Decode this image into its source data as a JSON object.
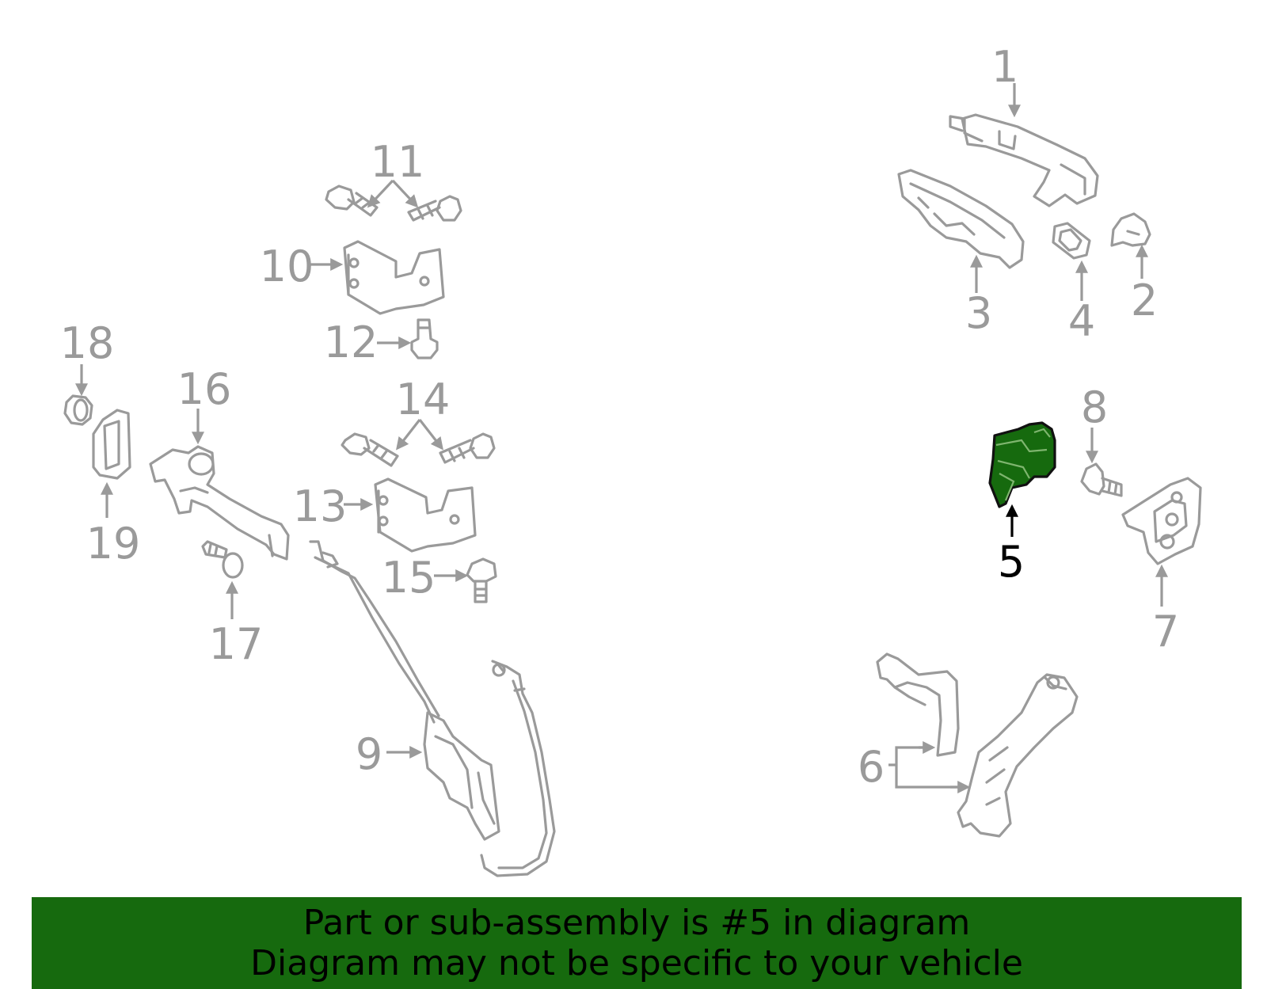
{
  "callouts": {
    "c1": "1",
    "c2": "2",
    "c3": "3",
    "c4": "4",
    "c5": "5",
    "c6": "6",
    "c7": "7",
    "c8": "8",
    "c9": "9",
    "c10": "10",
    "c11": "11",
    "c12": "12",
    "c13": "13",
    "c14": "14",
    "c15": "15",
    "c16": "16",
    "c17": "17",
    "c18": "18",
    "c19": "19"
  },
  "highlighted_part": "5",
  "banner": {
    "line1": "Part or sub-assembly is #5 in diagram",
    "line2": "Diagram may not be specific to your vehicle"
  },
  "colors": {
    "highlight_fill": "#166a0e",
    "part_stroke": "#9a9a9a",
    "banner_bg": "#166a0e",
    "text_highlight": "#000000"
  }
}
